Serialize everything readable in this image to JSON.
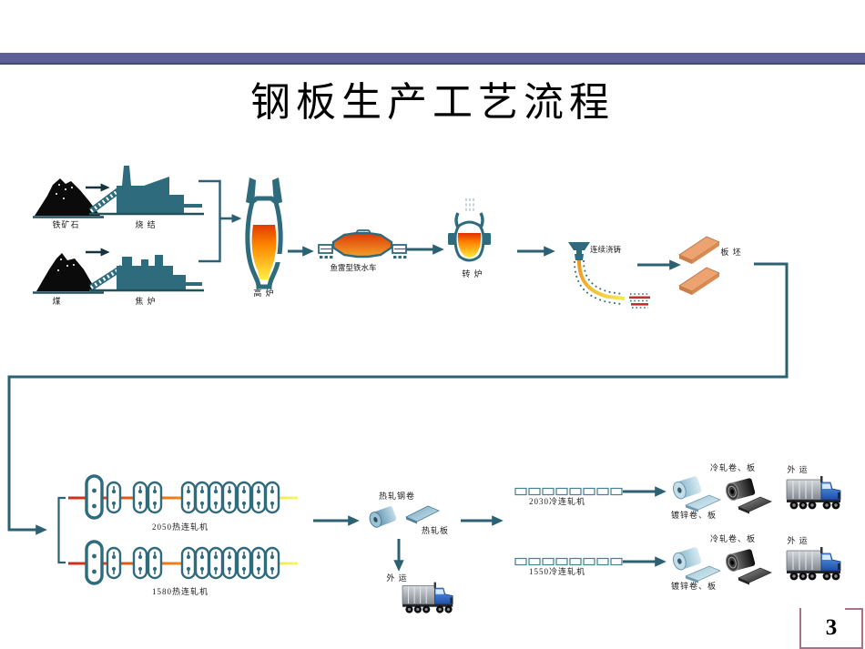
{
  "slide": {
    "title": "钢板生产工艺流程",
    "page_number": "3"
  },
  "colors": {
    "accent_bar": "#5c6095",
    "diagram_teal": "#2e6b7c",
    "molten_red": "#e23b00",
    "molten_yellow": "#ffef45",
    "slab_orange": "#eda271",
    "page_box_border": "#a8718a",
    "truck_cab_blue": "#2b66c8"
  },
  "labels": {
    "iron_ore": "铁矿石",
    "sintering": "烧 结",
    "coal": "煤",
    "coke_oven": "焦 炉",
    "blast_furnace": "高 炉",
    "torpedo_car": "鱼雷型铁水车",
    "converter": "转 炉",
    "continuous_casting": "连续浇铸",
    "slab": "板 坯",
    "hot_mill_2050": "2050热连轧机",
    "hot_mill_1580": "1580热连轧机",
    "hot_coil": "热轧钢卷",
    "hot_plate": "热轧板",
    "outbound_hot": "外 运",
    "cold_mill_2030": "2030冷连轧机",
    "cold_mill_1550": "1550冷连轧机",
    "cold_products_1": "冷轧卷、板",
    "galv_products_1": "镀锌卷、板",
    "outbound_1": "外 运",
    "cold_products_2": "冷轧卷、板",
    "galv_products_2": "镀锌卷、板",
    "outbound_2": "外 运"
  },
  "icons": [
    "iron-ore-pile-icon",
    "sinter-plant-icon",
    "coal-pile-icon",
    "coke-oven-icon",
    "blast-furnace-icon",
    "torpedo-car-icon",
    "converter-icon",
    "continuous-caster-icon",
    "slab-icon",
    "hot-mill-stands-icon",
    "hot-coil-icon",
    "hot-plate-icon",
    "cold-mill-stands-icon",
    "galvanized-coil-icon",
    "cold-rolled-coil-icon",
    "truck-icon"
  ]
}
